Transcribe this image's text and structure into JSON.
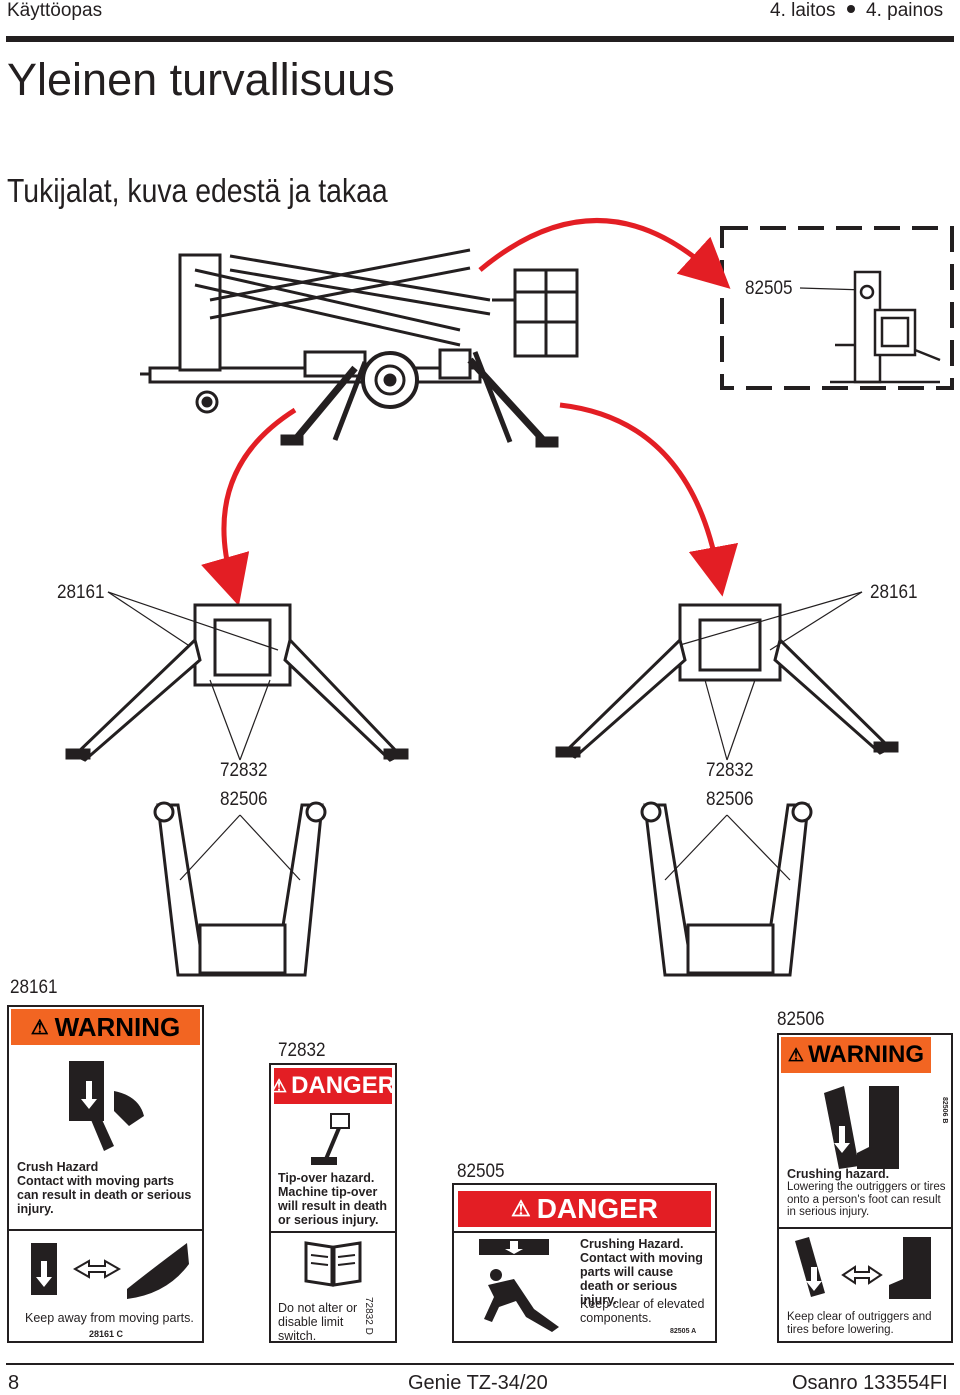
{
  "header": {
    "left": "Käyttöopas",
    "edition_a": "4. laitos",
    "edition_b": "4. painos"
  },
  "page_title": "Yleinen turvallisuus",
  "section_title": "Tukijalat, kuva edestä ja takaa",
  "callouts": {
    "c82505_top": "82505",
    "c28161_left": "28161",
    "c28161_right": "28161",
    "c72832_left": "72832",
    "c82506_left": "82506",
    "c72832_right": "72832",
    "c82506_right": "82506",
    "c28161_decal": "28161",
    "c72832_decal": "72832",
    "c82505_decal": "82505",
    "c82506_decal": "82506"
  },
  "decal_28161": {
    "header": "WARNING",
    "line1": "Crush Hazard",
    "line2": "Contact with moving parts can result in death or serious injury.",
    "bottom": "Keep away from moving parts.",
    "code": "28161   C"
  },
  "decal_72832": {
    "header": "DANGER",
    "line1": "Tip-over hazard.",
    "line2": "Machine tip-over will result in death or serious injury.",
    "bottom": "Do not alter or disable limit switch.",
    "code": "72832 D"
  },
  "decal_82505": {
    "header": "DANGER",
    "line1": "Crushing  Hazard.",
    "line2": "Contact  with  moving parts will cause death or serious injury.",
    "bottom": "Keep clear of elevated components.",
    "code": "82505 A"
  },
  "decal_82506": {
    "header": "WARNING",
    "line1": "Crushing hazard.",
    "line2": "Lowering the outriggers or tires onto a person's foot can  result in serious injury.",
    "bottom": "Keep clear of outriggers and tires before lowering.",
    "code": "82506   B"
  },
  "footer": {
    "page": "8",
    "model": "Genie  TZ-34/20",
    "part": "Osanro  133554FI"
  },
  "colors": {
    "warning": "#f26522",
    "danger": "#e31e24",
    "arrow": "#e31e24",
    "ink": "#231f20"
  }
}
